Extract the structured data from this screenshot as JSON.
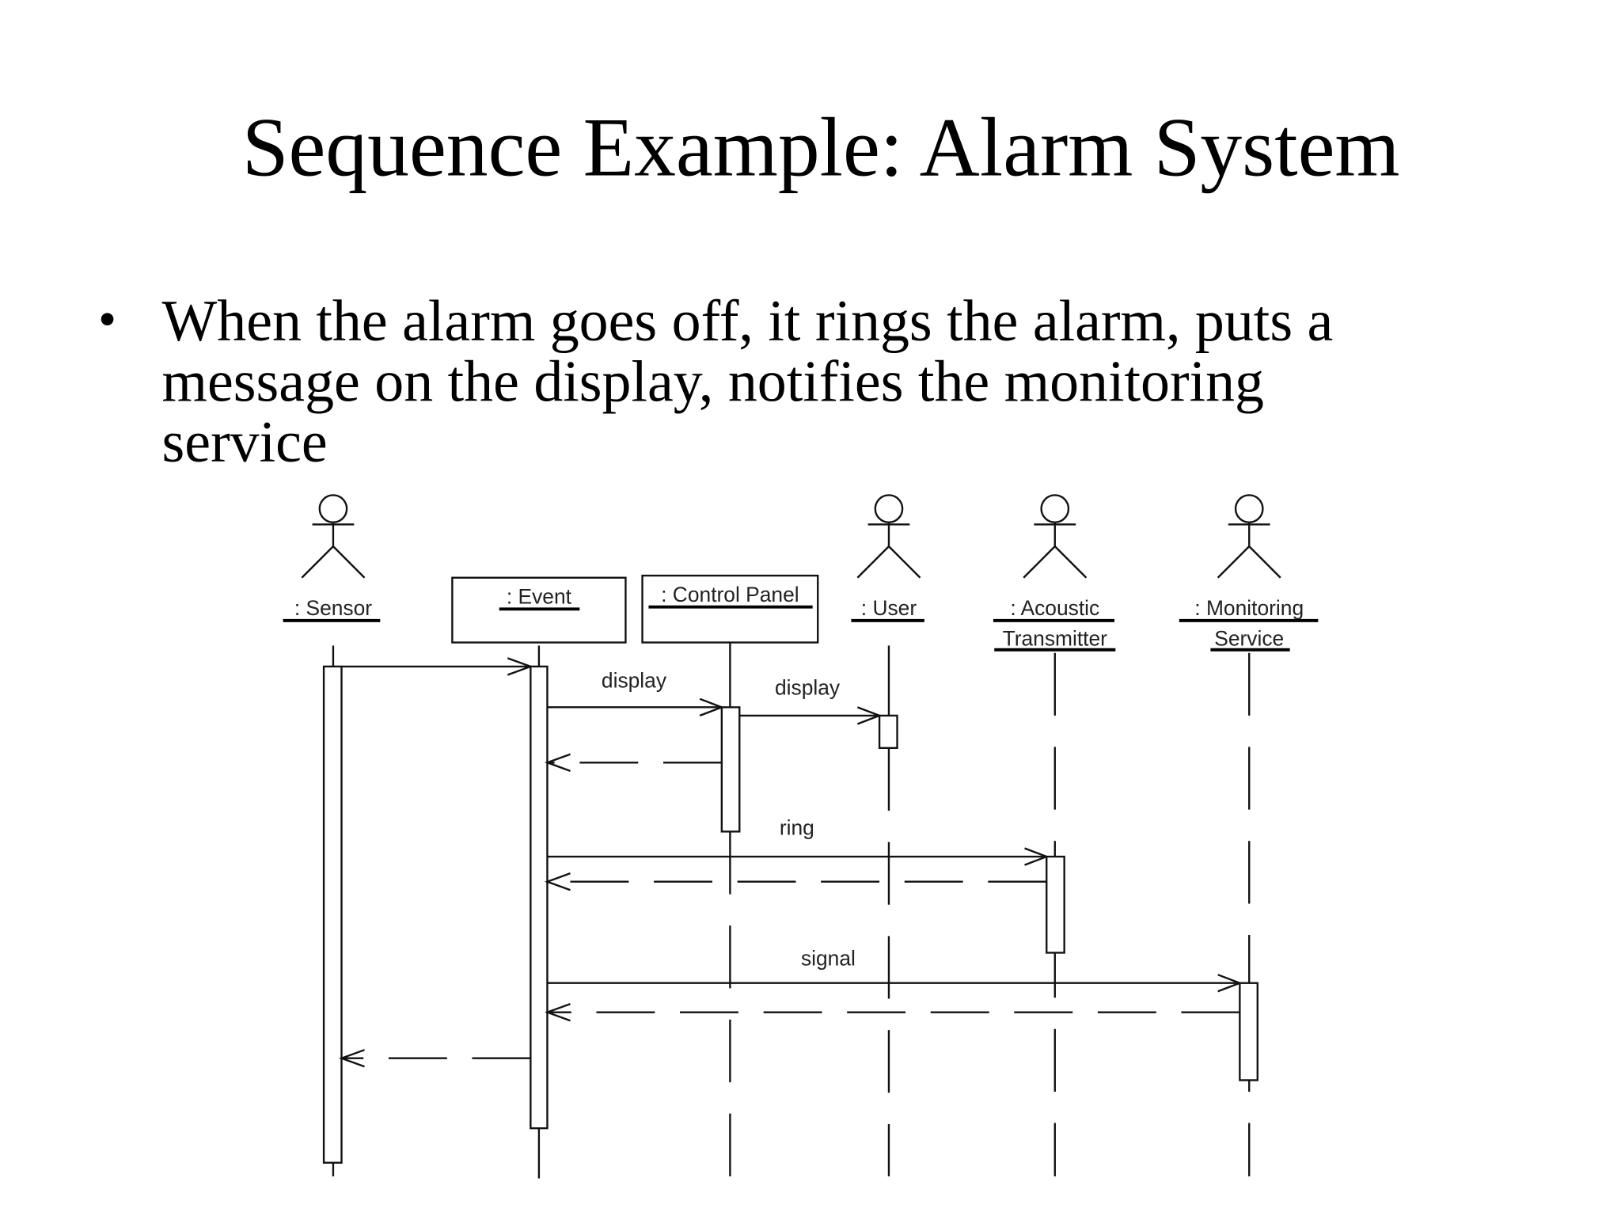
{
  "slide": {
    "title": "Sequence Example: Alarm System",
    "bullet_lines": [
      "When the alarm goes off, it rings the alarm, puts a",
      "message on the display, notifies the monitoring",
      "service"
    ]
  },
  "diagram": {
    "participants": {
      "sensor": ": Sensor",
      "event": ": Event",
      "control_panel": ": Control Panel",
      "user": ": User",
      "acoustic_1": ": Acoustic",
      "acoustic_2": "Transmitter",
      "monitoring_1": ": Monitoring",
      "monitoring_2": "Service"
    },
    "messages": {
      "display_1": "display",
      "display_2": "display",
      "ring": "ring",
      "signal": "signal"
    }
  }
}
